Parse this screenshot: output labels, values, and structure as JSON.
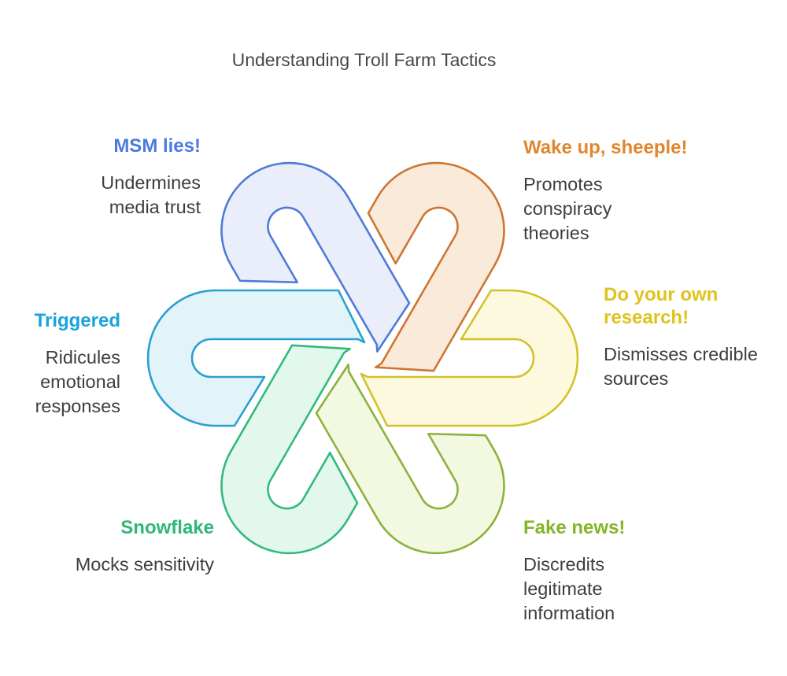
{
  "title": "Understanding Troll Farm Tactics",
  "title_color": "#474747",
  "body_text_color": "#3e3e3e",
  "background_color": "#ffffff",
  "diagram": {
    "name": "interwoven-hexagonal-knot",
    "loop_count": 6
  },
  "sections": [
    {
      "id": "msm-lies",
      "label": "MSM lies!",
      "description": "Undermines media trust",
      "heading_color": "#4a7ae0",
      "stroke": "#4d7bd7",
      "fill": "#e9eefa",
      "position": "top-left"
    },
    {
      "id": "wake-up-sheeple",
      "label": "Wake up, sheeple!",
      "description": "Promotes conspiracy theories",
      "heading_color": "#e0872e",
      "stroke": "#cd7634",
      "fill": "#faead9",
      "position": "top-right"
    },
    {
      "id": "do-your-own-research",
      "label": "Do your own research!",
      "description": "Dismisses credible sources",
      "heading_color": "#dfc31d",
      "stroke": "#d2c22a",
      "fill": "#fdf9de",
      "position": "right"
    },
    {
      "id": "fake-news",
      "label": "Fake news!",
      "description": "Discredits legitimate information",
      "heading_color": "#82b628",
      "stroke": "#8cb23d",
      "fill": "#f3f8e0",
      "position": "bottom-right"
    },
    {
      "id": "snowflake",
      "label": "Snowflake",
      "description": "Mocks sensitivity",
      "heading_color": "#2eb874",
      "stroke": "#33b97c",
      "fill": "#e3f8ed",
      "position": "bottom-left"
    },
    {
      "id": "triggered",
      "label": "Triggered",
      "description": "Ridicules emotional responses",
      "heading_color": "#1aa3dc",
      "stroke": "#2a9fd1",
      "fill": "#e2f4fa",
      "position": "left"
    }
  ]
}
